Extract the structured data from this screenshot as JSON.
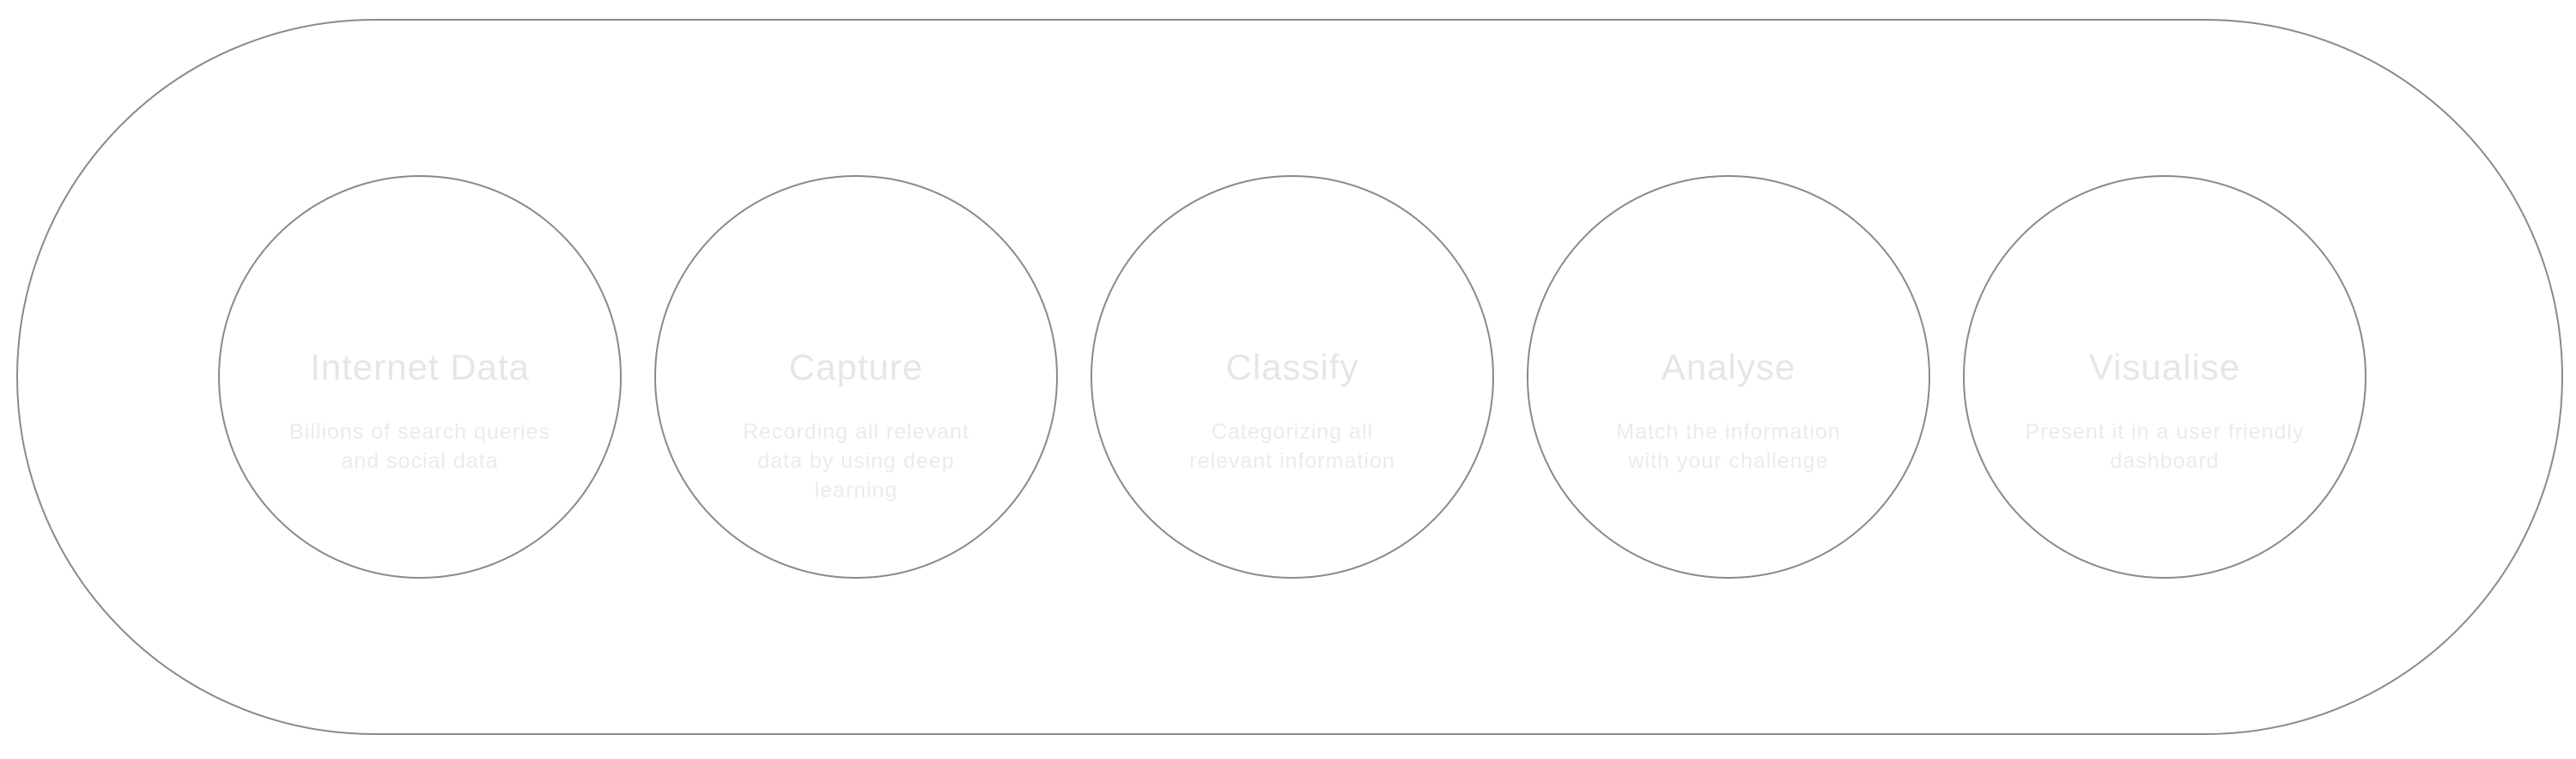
{
  "steps": [
    {
      "title": "Internet Data",
      "description": "Billions of search queries and social data"
    },
    {
      "title": "Capture",
      "description": "Recording all relevant data by using deep learning"
    },
    {
      "title": "Classify",
      "description": "Categorizing all relevant information"
    },
    {
      "title": "Analyse",
      "description": "Match the information with your challenge"
    },
    {
      "title": "Visualise",
      "description": "Present it in a user friendly dashboard"
    }
  ]
}
